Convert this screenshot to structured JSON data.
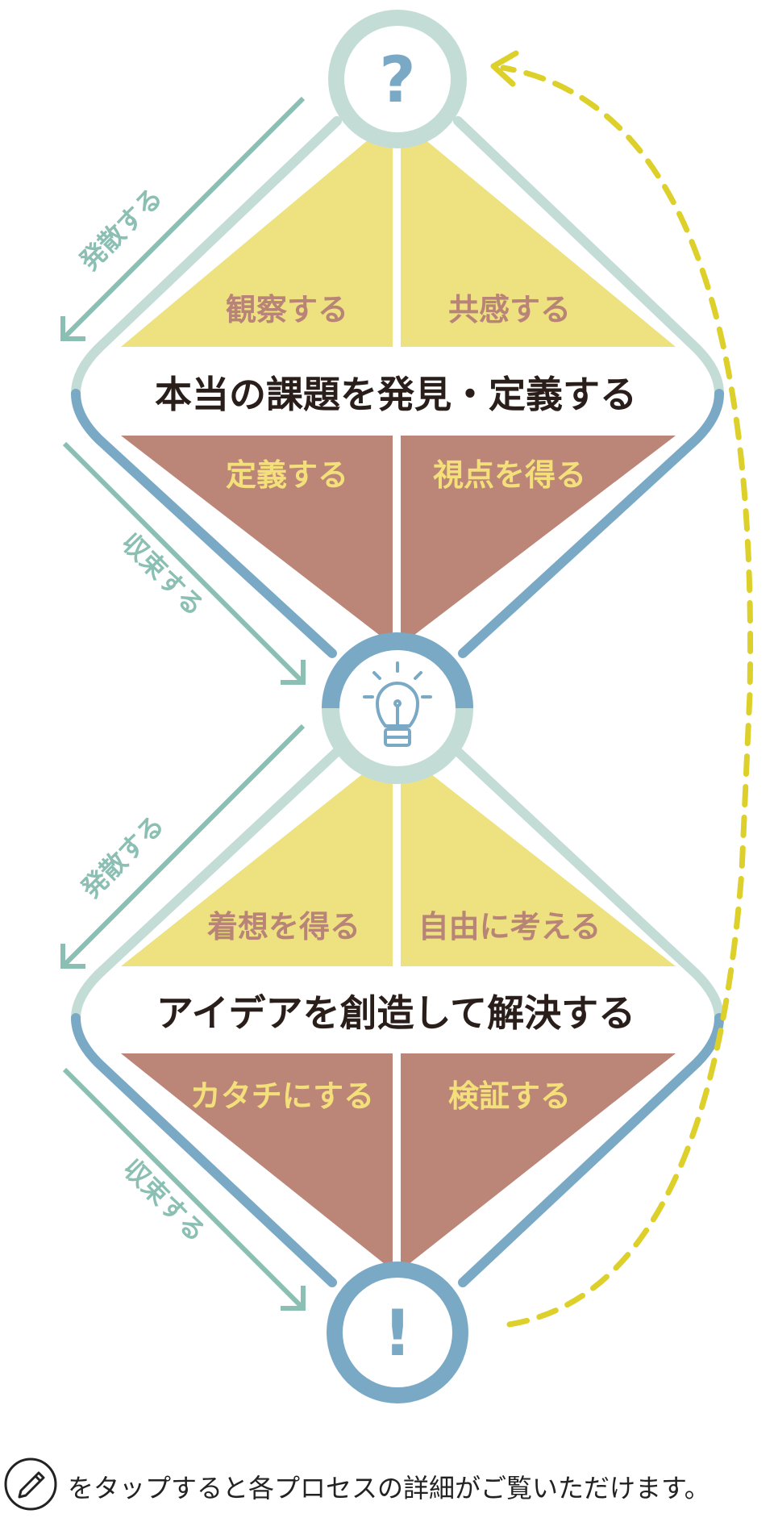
{
  "top_diamond": {
    "title": "本当の課題を発見・定義する",
    "quadrants": {
      "upper_left": "観察する",
      "upper_right": "共感する",
      "lower_left": "定義する",
      "lower_right": "視点を得る"
    },
    "diverge_label": "発散する",
    "converge_label": "収束する"
  },
  "bottom_diamond": {
    "title": "アイデアを創造して解決する",
    "quadrants": {
      "upper_left": "着想を得る",
      "upper_right": "自由に考える",
      "lower_left": "カタチにする",
      "lower_right": "検証する"
    },
    "diverge_label": "発散する",
    "converge_label": "収束する"
  },
  "nodes": {
    "start_symbol": "?",
    "middle_icon": "lightbulb-icon",
    "end_symbol": "!"
  },
  "footer": {
    "icon": "pencil-icon",
    "note": "をタップすると各プロセスの詳細がご覧いただけます。"
  },
  "colors": {
    "mint": "#c3ddd6",
    "blue": "#7aa9c6",
    "yellow_fill": "#ede27f",
    "brown_fill": "#bb8577",
    "arrow_green": "#8bbfb3",
    "dashed_yellow": "#ddd02a",
    "dark_text": "#2a1e1a"
  }
}
